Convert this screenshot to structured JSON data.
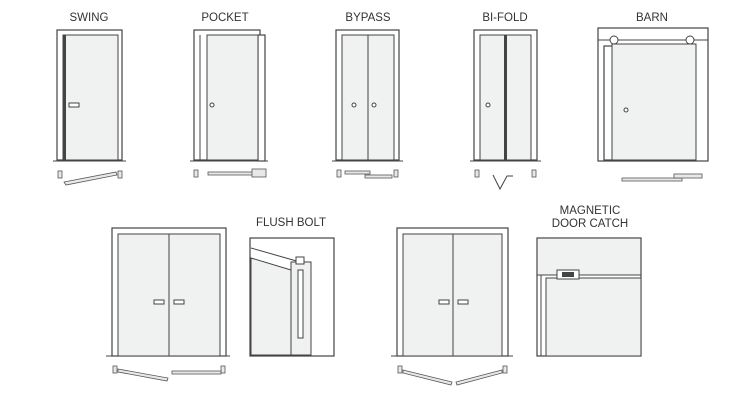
{
  "labels": {
    "swing": "SWING",
    "pocket": "POCKET",
    "bypass": "BYPASS",
    "bifold": "BI-FOLD",
    "barn": "BARN",
    "flush_bolt": "FLUSH BOLT",
    "magnetic_line1": "MAGNETIC",
    "magnetic_line2": "DOOR CATCH"
  }
}
